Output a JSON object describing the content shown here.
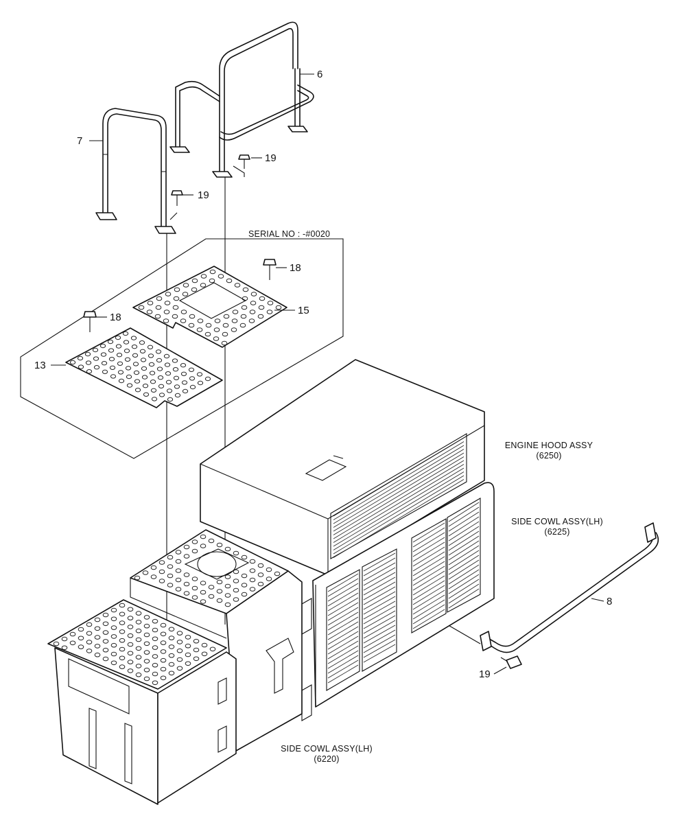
{
  "diagram": {
    "callouts": {
      "c6": "6",
      "c7": "7",
      "c19a": "19",
      "c19b": "19",
      "c19c": "19",
      "c18a": "18",
      "c18b": "18",
      "c15": "15",
      "c13": "13",
      "c8": "8"
    },
    "serial_label": "SERIAL NO : -#0020",
    "assemblies": {
      "engine_hood_name": "ENGINE HOOD ASSY",
      "engine_hood_code": "(6250)",
      "side_cowl_rear_name": "SIDE COWL ASSY(LH)",
      "side_cowl_rear_code": "(6225)",
      "side_cowl_front_name": "SIDE COWL ASSY(LH)",
      "side_cowl_front_code": "(6220)"
    }
  }
}
